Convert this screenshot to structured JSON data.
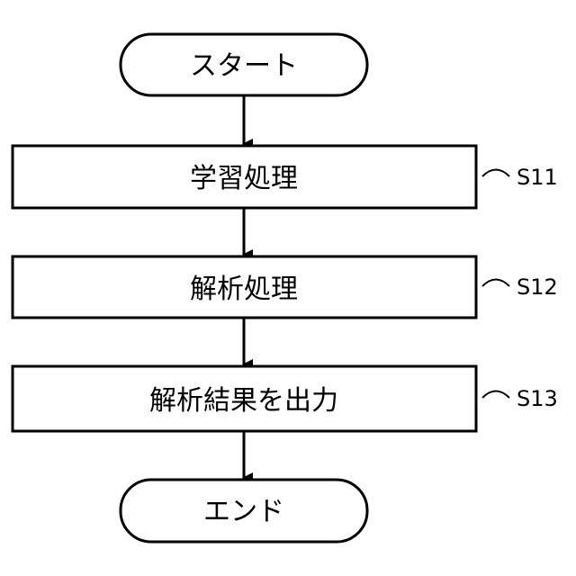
{
  "flowchart": {
    "start": {
      "label": "スタート"
    },
    "steps": [
      {
        "label": "学習処理",
        "id": "S11"
      },
      {
        "label": "解析処理",
        "id": "S12"
      },
      {
        "label": "解析結果を出力",
        "id": "S13"
      }
    ],
    "end": {
      "label": "エンド"
    }
  },
  "colors": {
    "stroke": "#000000",
    "fill": "#ffffff"
  }
}
